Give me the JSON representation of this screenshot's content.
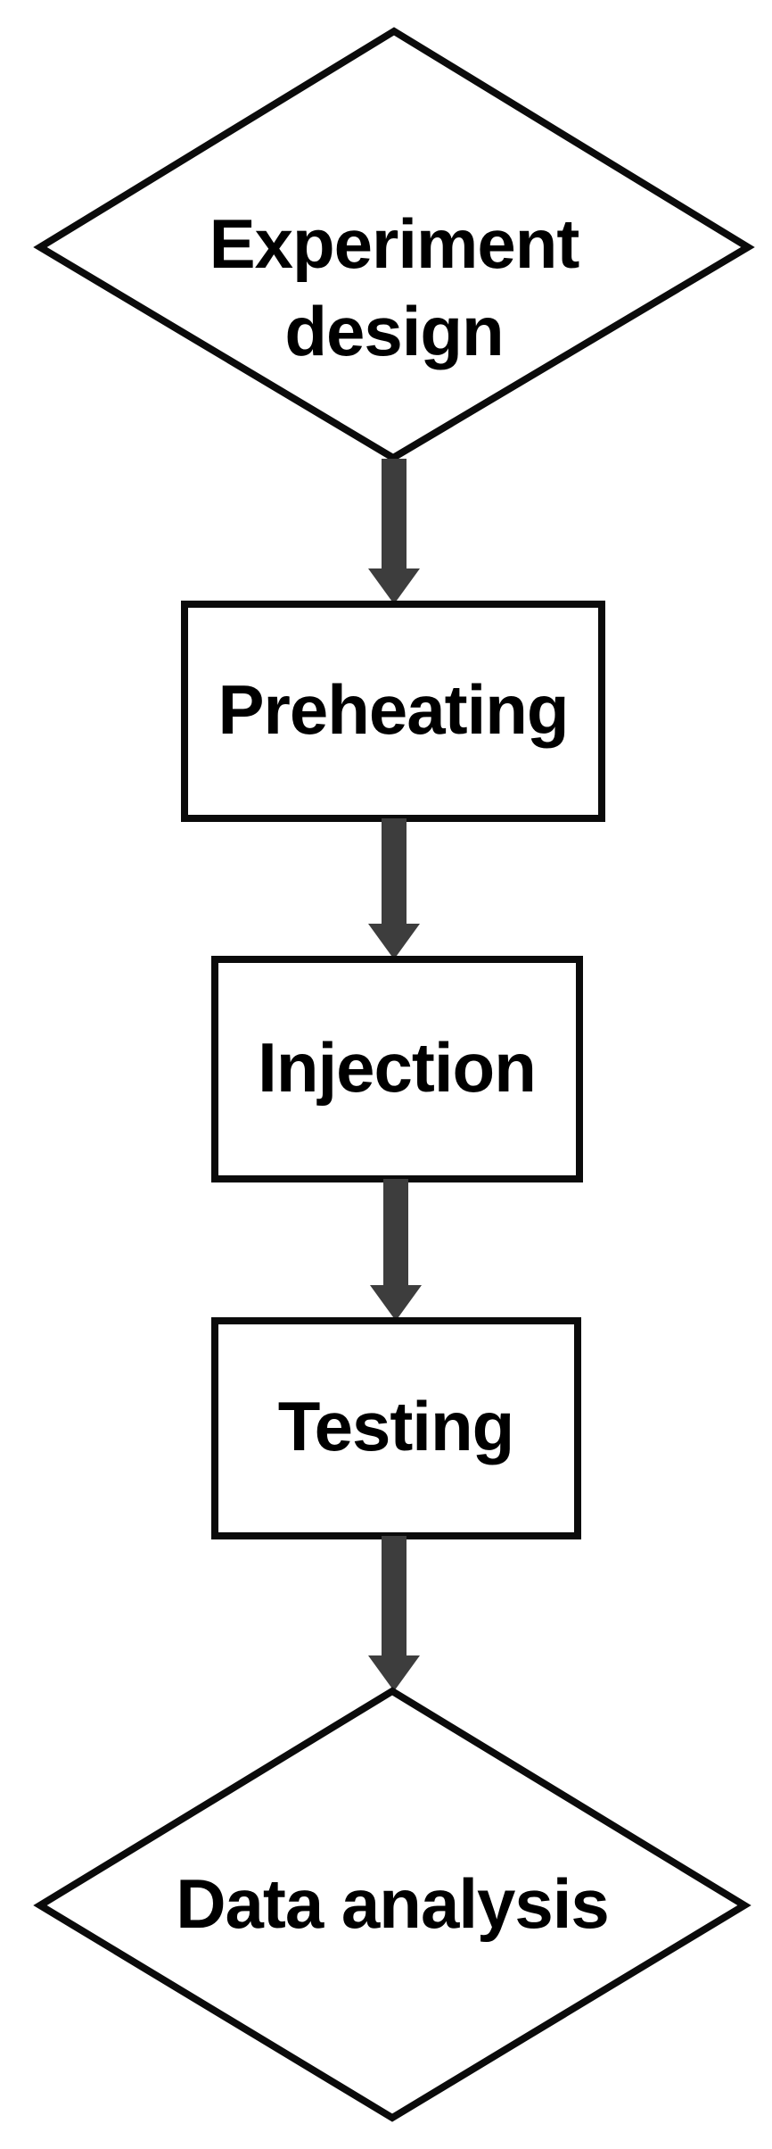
{
  "diagram": {
    "type": "flowchart",
    "direction": "top-down",
    "colors": {
      "background": "#ffffff",
      "shape_fill": "#ffffff",
      "shape_stroke": "#0b0b0b",
      "arrow_color": "#3d3d3d",
      "text_color": "#000000"
    },
    "nodes": [
      {
        "id": "experiment-design",
        "shape": "diamond",
        "label": "Experiment design",
        "line1": "Experiment",
        "line2": "design"
      },
      {
        "id": "preheating",
        "shape": "rectangle",
        "label": "Preheating"
      },
      {
        "id": "injection",
        "shape": "rectangle",
        "label": "Injection"
      },
      {
        "id": "testing",
        "shape": "rectangle",
        "label": "Testing"
      },
      {
        "id": "data-analysis",
        "shape": "diamond",
        "label": "Data analysis"
      }
    ],
    "edges": [
      {
        "from": "experiment-design",
        "to": "preheating"
      },
      {
        "from": "preheating",
        "to": "injection"
      },
      {
        "from": "injection",
        "to": "testing"
      },
      {
        "from": "testing",
        "to": "data-analysis"
      }
    ]
  }
}
